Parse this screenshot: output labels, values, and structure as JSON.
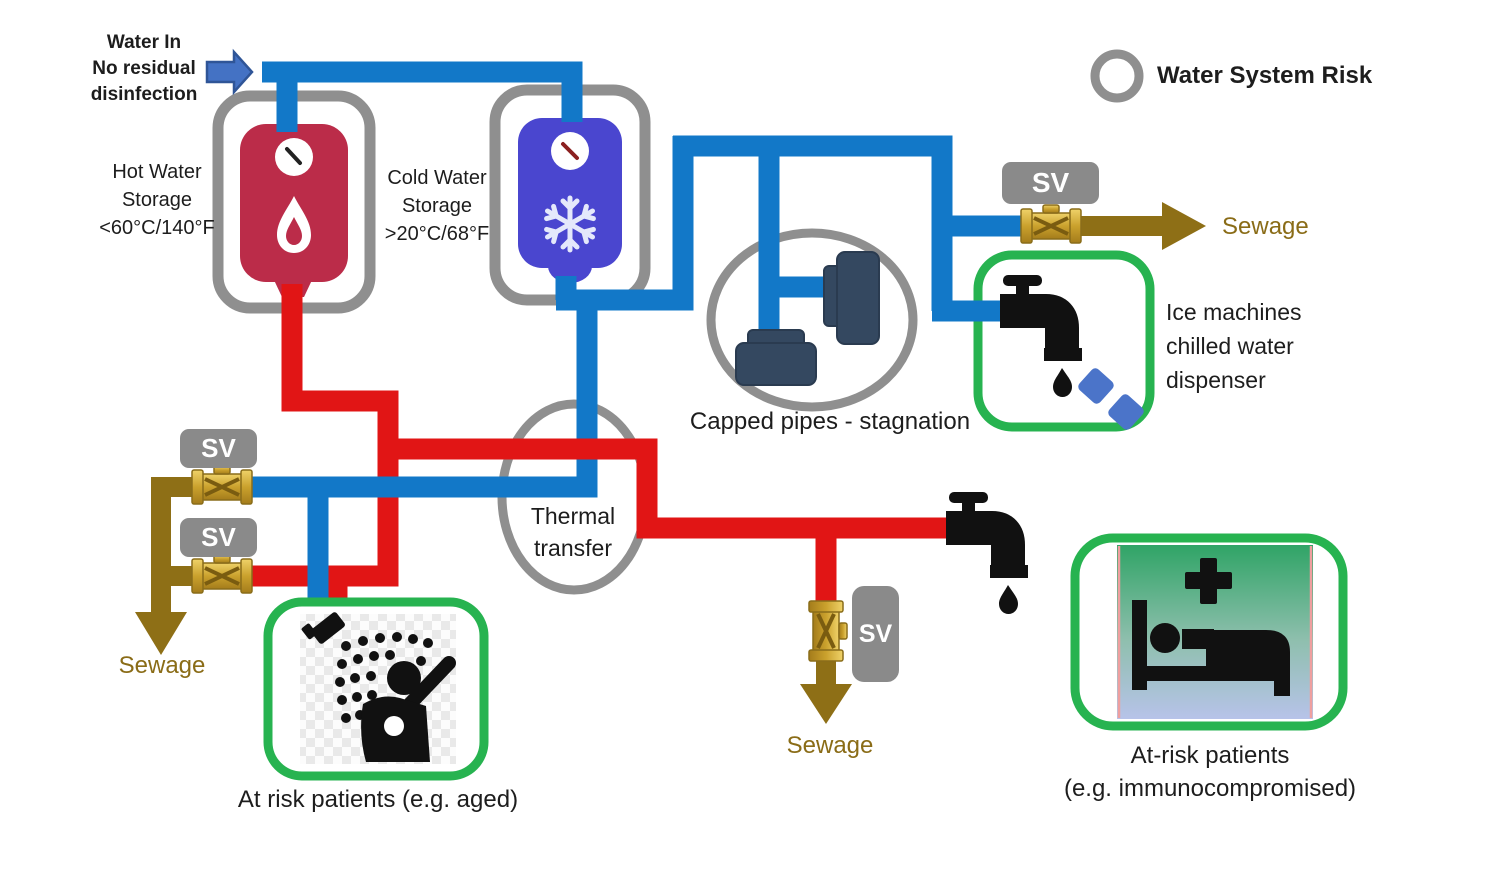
{
  "diagram": {
    "water_in_label": "Water In\nNo residual\ndisinfection",
    "hot_storage_label": "Hot Water\nStorage\n<60°C/140°F",
    "cold_storage_label": "Cold Water\nStorage\n>20°C/68°F",
    "legend_label": "Water System Risk",
    "capped_label": "Capped pipes - stagnation",
    "thermal_label": "Thermal\ntransfer",
    "ice_label": "Ice machines\nchilled water\ndispenser",
    "shower_caption": "At risk patients (e.g. aged)",
    "bed_caption": "At-risk patients\n(e.g. immunocompromised)"
  },
  "valves": [
    {
      "id": "sv-left-top",
      "label": "SV"
    },
    {
      "id": "sv-left-bottom",
      "label": "SV"
    },
    {
      "id": "sv-top-right",
      "label": "SV"
    },
    {
      "id": "sv-middle",
      "label": "SV"
    }
  ],
  "sewage_labels": [
    {
      "id": "sewage-top-right",
      "label": "Sewage"
    },
    {
      "id": "sewage-left",
      "label": "Sewage"
    },
    {
      "id": "sewage-middle",
      "label": "Sewage"
    }
  ],
  "icons": [
    "water-in-arrow-icon",
    "hot-tank-icon",
    "cold-tank-icon",
    "gauge-icon",
    "flame-icon",
    "snowflake-icon",
    "valve-icon",
    "faucet-icon",
    "water-drop-icon",
    "ice-cubes-icon",
    "capped-pipe-icon",
    "shower-person-icon",
    "hospital-bed-icon",
    "medical-cross-icon",
    "sewage-arrow-icon",
    "risk-circle-icon"
  ],
  "colors": {
    "pipe_blue": "#1278c8",
    "pipe_red": "#e11515",
    "sewage_olive": "#8e6f16",
    "sewage_text": "#8a6c17",
    "tank_hot": "#bb2c49",
    "tank_cold": "#4a46cf",
    "container_gray": "#8f8f8f",
    "green_border": "#27b350",
    "sv_gray": "#8a8a8a",
    "cap_navy": "#344860",
    "arrow_blue": "#4472c4",
    "arrow_blue_border": "#2f5597",
    "ice_cube_blue": "#4b74c9"
  }
}
